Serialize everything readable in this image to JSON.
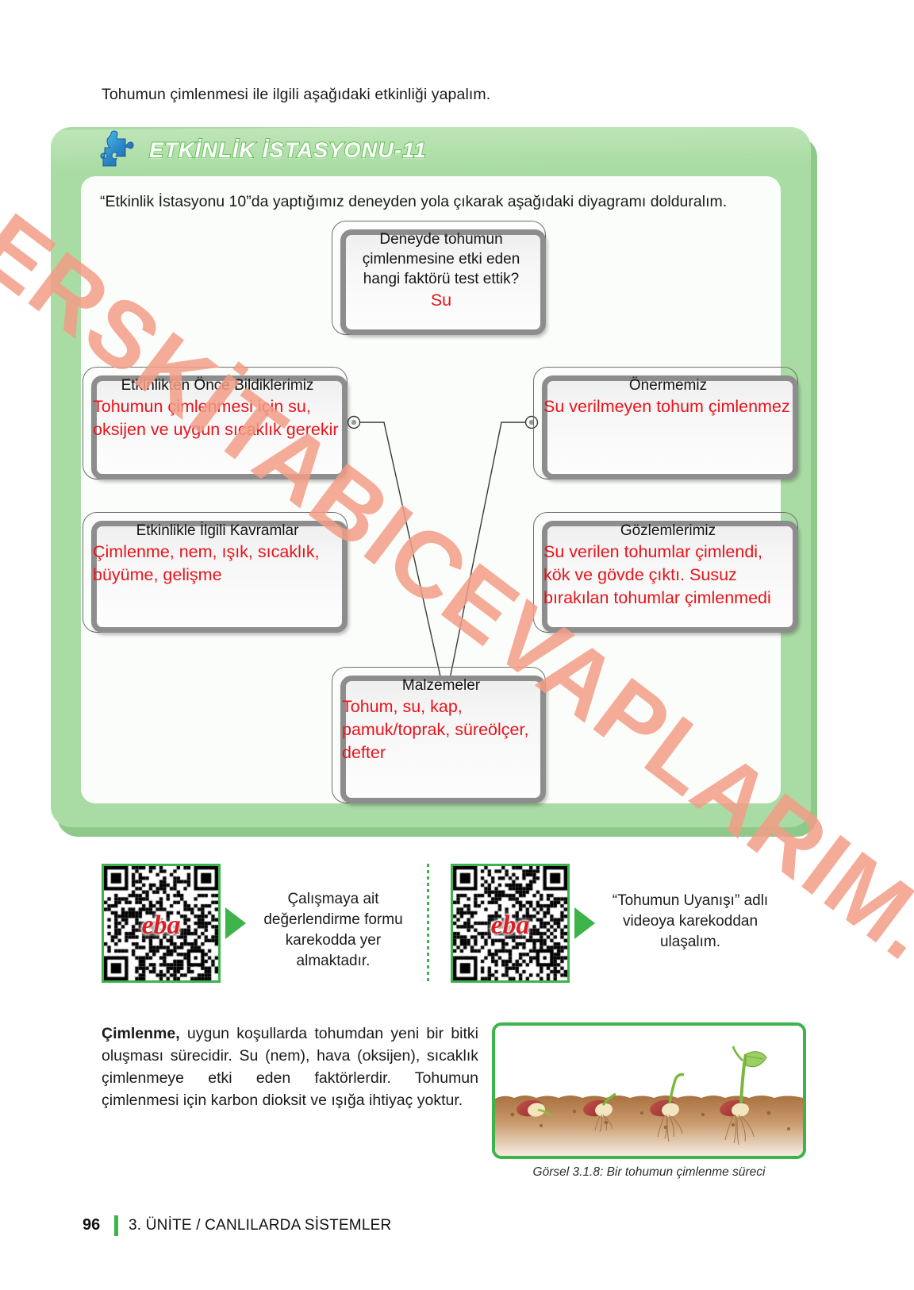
{
  "intro": {
    "text": "Tohumun çimlenmesi ile ilgili aşağıdaki etkinliği yapalım."
  },
  "activity": {
    "title": "ETKİNLİK İSTASYONU-11",
    "icon": "puzzle-piece-icon",
    "instruction": "“Etkinlik İstasyonu 10”da yaptığımız deneyden yola çıkarak aşağıdaki diyagramı dolduralım.",
    "panel_color": "#a9dca4",
    "accent_color": "#3cb44a",
    "answer_color": "#e8131a"
  },
  "diagram": {
    "question_box": {
      "label": "Deneyde tohumun çimlenmesine etki eden hangi faktörü test ettik?",
      "answer": "Su"
    },
    "prior_knowledge_box": {
      "label": "Etkinlikten Önce Bildiklerimiz",
      "answer": "Tohumun çimlenmesi için su, oksijen ve uygun sıcaklık gerekir"
    },
    "hypothesis_box": {
      "label": "Önermemiz",
      "answer": "Su verilmeyen tohum çimlenmez"
    },
    "concepts_box": {
      "label": "Etkinlikle İlgili Kavramlar",
      "answer": "Çimlenme, nem, ışık, sıcaklık, büyüme, gelişme"
    },
    "observations_box": {
      "label": "Gözlemlerimiz",
      "answer": "Su verilen tohumlar çimlendi, kök ve gövde çıktı. Susuz bırakılan tohumlar çimlenmedi"
    },
    "materials_box": {
      "label": "Malzemeler",
      "answer": "Tohum, su, kap, pamuk/toprak, süreölçer, defter"
    }
  },
  "qr_section": {
    "left": {
      "logo": "eba",
      "caption": "Çalışmaya ait değerlendirme formu karekodda yer almaktadır."
    },
    "right": {
      "logo": "eba",
      "caption": "“Tohumun Uyanışı” adlı videoya karekoddan ulaşalım."
    }
  },
  "bottom": {
    "term": "Çimlenme,",
    "paragraph": " uygun koşullarda tohumdan yeni bir bitki oluşması sürecidir. Su (nem), hava (oksijen), sıcaklık çimlenmeye etki eden faktörlerdir. Tohumun çimlenmesi için karbon dioksit ve ışığa ihtiyaç yoktur.",
    "figure_caption": "Görsel 3.1.8: Bir tohumun çimlenme süreci"
  },
  "footer": {
    "page_number": "96",
    "unit_text": "3. ÜNİTE / CANLILARDA SİSTEMLER"
  },
  "watermark": {
    "text": "DERSKİTABICEVAPLARIM.COM",
    "color": "#f29d86"
  }
}
